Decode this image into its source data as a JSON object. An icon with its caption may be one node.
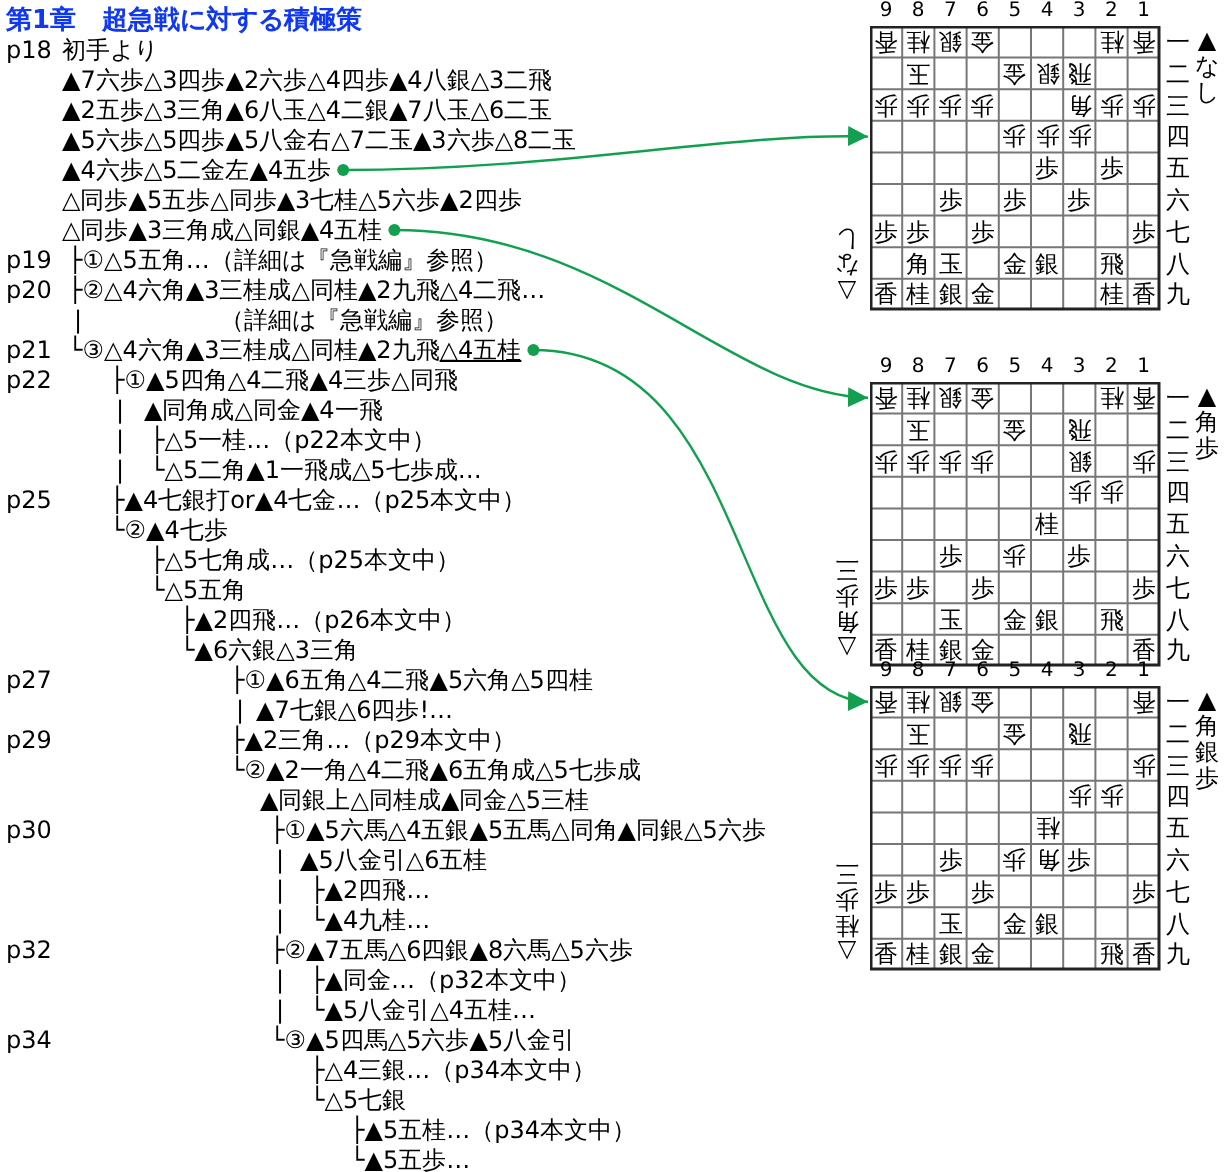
{
  "diagram": {
    "title": "第1章　超急戦に対する積極策",
    "nodes": [
      {
        "text": [
          "▲4六歩△5二金左▲4五歩"
        ]
      },
      {
        "text": [
          "△同歩▲3三角成△同銀▲4五桂"
        ]
      },
      {
        "text": [
          "└③△4六角▲3三桂成△同桂▲2九飛",
          "△4五桂"
        ]
      },
      {
        "text": [
          "香",
          "桂",
          "銀",
          "金",
          "桂",
          "香",
          "玉",
          "金",
          "銀",
          "飛",
          "歩",
          "歩",
          "歩",
          "歩",
          "角",
          "歩",
          "歩",
          "歩",
          "歩",
          "歩",
          "歩",
          "歩",
          "歩",
          "歩",
          "歩",
          "歩",
          "歩",
          "歩",
          "歩",
          "角",
          "玉",
          "金",
          "銀",
          "飛",
          "香",
          "桂",
          "銀",
          "金",
          "桂",
          "香"
        ],
        "beside": [
          "9",
          "8",
          "7",
          "6",
          "5",
          "4",
          "3",
          "2",
          "1",
          "一",
          "二",
          "三",
          "四",
          "五",
          "六",
          "七",
          "八",
          "九",
          "▲なし",
          "△なし"
        ]
      },
      {
        "text": [
          "香",
          "桂",
          "銀",
          "金",
          "桂",
          "香",
          "玉",
          "金",
          "飛",
          "歩",
          "歩",
          "歩",
          "歩",
          "銀",
          "歩",
          "歩",
          "歩",
          "桂",
          "歩",
          "歩",
          "歩",
          "歩",
          "歩",
          "歩",
          "歩",
          "玉",
          "金",
          "銀",
          "飛",
          "香",
          "桂",
          "銀",
          "金",
          "香"
        ],
        "beside": [
          "9",
          "8",
          "7",
          "6",
          "5",
          "4",
          "3",
          "2",
          "1",
          "一",
          "二",
          "三",
          "四",
          "五",
          "六",
          "七",
          "八",
          "九",
          "▲角歩",
          "△角歩三"
        ]
      },
      {
        "text": [
          "香",
          "桂",
          "銀",
          "金",
          "香",
          "玉",
          "金",
          "飛",
          "歩",
          "歩",
          "歩",
          "歩",
          "歩",
          "歩",
          "歩",
          "桂",
          "歩",
          "歩",
          "角",
          "歩",
          "歩",
          "歩",
          "歩",
          "歩",
          "玉",
          "金",
          "銀",
          "香",
          "桂",
          "銀",
          "金",
          "飛",
          "香"
        ],
        "beside": [
          "9",
          "8",
          "7",
          "6",
          "5",
          "4",
          "3",
          "2",
          "1",
          "一",
          "二",
          "三",
          "四",
          "五",
          "六",
          "七",
          "八",
          "九",
          "▲角銀歩",
          "△桂歩三"
        ]
      }
    ],
    "edges": [
      {
        "from": 0,
        "to": 3,
        "arrow": "to"
      },
      {
        "from": 1,
        "to": 4,
        "arrow": "to"
      },
      {
        "from": 2,
        "to": 5,
        "arrow": "to"
      }
    ],
    "labels": [
      "p18",
      "初手より",
      "▲7六歩△3四歩▲2六歩△4四歩▲4八銀△3二飛",
      "▲2五歩△3三角▲6八玉△4二銀▲7八玉△6二玉",
      "▲5六歩△5四歩▲5八金右△7二玉▲3六歩△8二玉",
      "△同歩▲5五歩△同歩▲3七桂△5六歩▲2四歩",
      "p19",
      "├①△5五角…（詳細は『急戦編』参照）",
      "p20",
      "├②△4六角▲3三桂成△同桂▲2九飛△4二飛…",
      "|",
      "（詳細は『急戦編』参照）",
      "p21",
      "p22",
      "├①▲5四角△4二飛▲4三歩△同飛",
      "|",
      "▲同角成△同金▲4一飛",
      "|",
      "├△5一桂…（p22本文中）",
      "|",
      "└△5二角▲1一飛成△5七歩成…",
      "p25",
      "├▲4七銀打or▲4七金…（p25本文中）",
      "└②▲4七歩",
      "├△5七角成…（p25本文中）",
      "└△5五角",
      "├▲2四飛…（p26本文中）",
      "└▲6六銀△3三角",
      "p27",
      "├①▲6五角△4二飛▲5六角△5四桂",
      "|",
      "▲7七銀△6四歩!…",
      "p29",
      "├▲2三角…（p29本文中）",
      "└②▲2一角△4二飛▲6五角成△5七歩成",
      "▲同銀上△同桂成▲同金△5三桂",
      "p30",
      "├①▲5六馬△4五銀▲5五馬△同角▲同銀△5六歩",
      "|",
      "▲5八金引△6五桂",
      "|",
      "├▲2四飛…",
      "|",
      "└▲4九桂…",
      "p32",
      "├②▲7五馬△6四銀▲8六馬△5六歩",
      "|",
      "├▲同金…（p32本文中）",
      "|",
      "└▲5八金引△4五桂…",
      "p34",
      "└③▲5四馬△5六歩▲5八金引",
      "├△4三銀…（p34本文中）",
      "└△5七銀",
      "├▲5五桂…（p34本文中）",
      "└▲5五歩…"
    ]
  }
}
